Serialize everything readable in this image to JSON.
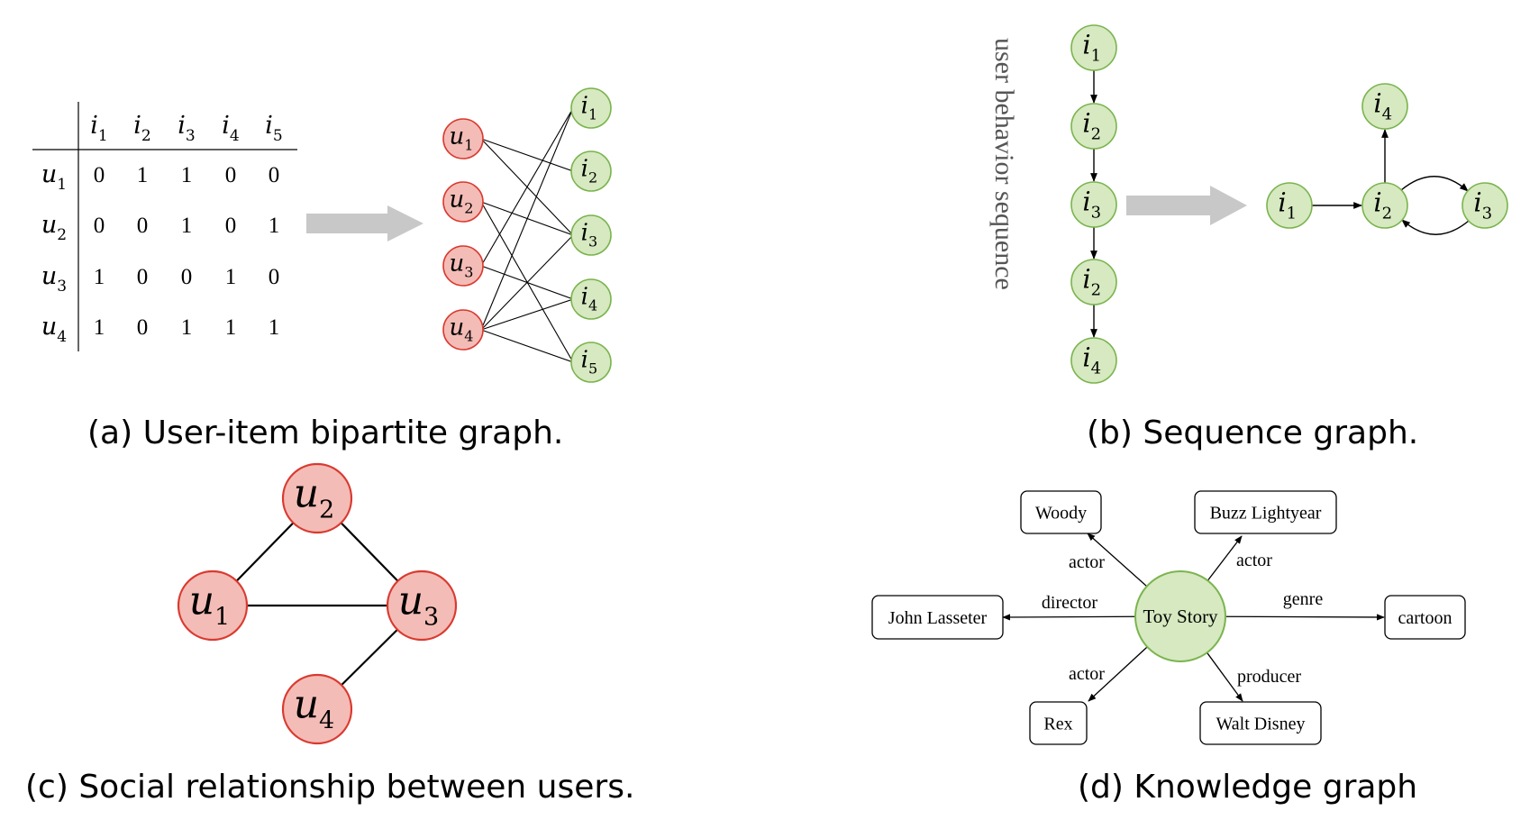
{
  "colors": {
    "user_fill": "#f4bcb6",
    "user_stroke": "#d93a30",
    "item_fill": "#d6e9c0",
    "item_stroke": "#7ab44e",
    "arrow_gray": "#c8c8c8",
    "line": "#000000"
  },
  "panel_a": {
    "caption": "(a) User-item bipartite graph.",
    "columns": [
      {
        "base": "i",
        "sub": "1"
      },
      {
        "base": "i",
        "sub": "2"
      },
      {
        "base": "i",
        "sub": "3"
      },
      {
        "base": "i",
        "sub": "4"
      },
      {
        "base": "i",
        "sub": "5"
      }
    ],
    "rows": [
      {
        "label": {
          "base": "u",
          "sub": "1"
        },
        "cells": [
          "0",
          "1",
          "1",
          "0",
          "0"
        ]
      },
      {
        "label": {
          "base": "u",
          "sub": "2"
        },
        "cells": [
          "0",
          "0",
          "1",
          "0",
          "1"
        ]
      },
      {
        "label": {
          "base": "u",
          "sub": "3"
        },
        "cells": [
          "1",
          "0",
          "0",
          "1",
          "0"
        ]
      },
      {
        "label": {
          "base": "u",
          "sub": "4"
        },
        "cells": [
          "1",
          "0",
          "1",
          "1",
          "1"
        ]
      }
    ],
    "users": [
      {
        "base": "u",
        "sub": "1"
      },
      {
        "base": "u",
        "sub": "2"
      },
      {
        "base": "u",
        "sub": "3"
      },
      {
        "base": "u",
        "sub": "4"
      }
    ],
    "items": [
      {
        "base": "i",
        "sub": "1"
      },
      {
        "base": "i",
        "sub": "2"
      },
      {
        "base": "i",
        "sub": "3"
      },
      {
        "base": "i",
        "sub": "4"
      },
      {
        "base": "i",
        "sub": "5"
      }
    ],
    "edges": [
      [
        0,
        1
      ],
      [
        0,
        2
      ],
      [
        1,
        2
      ],
      [
        1,
        4
      ],
      [
        2,
        0
      ],
      [
        2,
        3
      ],
      [
        3,
        0
      ],
      [
        3,
        2
      ],
      [
        3,
        3
      ],
      [
        3,
        4
      ]
    ]
  },
  "panel_b": {
    "caption": "(b) Sequence graph.",
    "sequence_label": "user behavior sequence",
    "sequence": [
      {
        "base": "i",
        "sub": "1"
      },
      {
        "base": "i",
        "sub": "2"
      },
      {
        "base": "i",
        "sub": "3"
      },
      {
        "base": "i",
        "sub": "2"
      },
      {
        "base": "i",
        "sub": "4"
      }
    ],
    "graph_nodes": [
      {
        "id": "i1",
        "base": "i",
        "sub": "1"
      },
      {
        "id": "i2",
        "base": "i",
        "sub": "2"
      },
      {
        "id": "i3",
        "base": "i",
        "sub": "3"
      },
      {
        "id": "i4",
        "base": "i",
        "sub": "4"
      }
    ],
    "graph_edges": [
      [
        "i1",
        "i2"
      ],
      [
        "i2",
        "i4"
      ],
      [
        "i2",
        "i3"
      ],
      [
        "i3",
        "i2"
      ]
    ]
  },
  "panel_c": {
    "caption": "(c) Social relationship between users.",
    "nodes": [
      {
        "id": "u1",
        "base": "u",
        "sub": "1"
      },
      {
        "id": "u2",
        "base": "u",
        "sub": "2"
      },
      {
        "id": "u3",
        "base": "u",
        "sub": "3"
      },
      {
        "id": "u4",
        "base": "u",
        "sub": "4"
      }
    ],
    "edges": [
      [
        "u1",
        "u2"
      ],
      [
        "u2",
        "u3"
      ],
      [
        "u1",
        "u3"
      ],
      [
        "u3",
        "u4"
      ]
    ]
  },
  "panel_d": {
    "caption": "(d) Knowledge graph",
    "center": "Toy Story",
    "entities": [
      {
        "id": "woody",
        "label": "Woody",
        "relation": "actor"
      },
      {
        "id": "buzz",
        "label": "Buzz Lightyear",
        "relation": "actor"
      },
      {
        "id": "john",
        "label": "John Lasseter",
        "relation": "director"
      },
      {
        "id": "cartoon",
        "label": "cartoon",
        "relation": "genre"
      },
      {
        "id": "rex",
        "label": "Rex",
        "relation": "actor"
      },
      {
        "id": "walt",
        "label": "Walt Disney",
        "relation": "producer"
      }
    ]
  }
}
